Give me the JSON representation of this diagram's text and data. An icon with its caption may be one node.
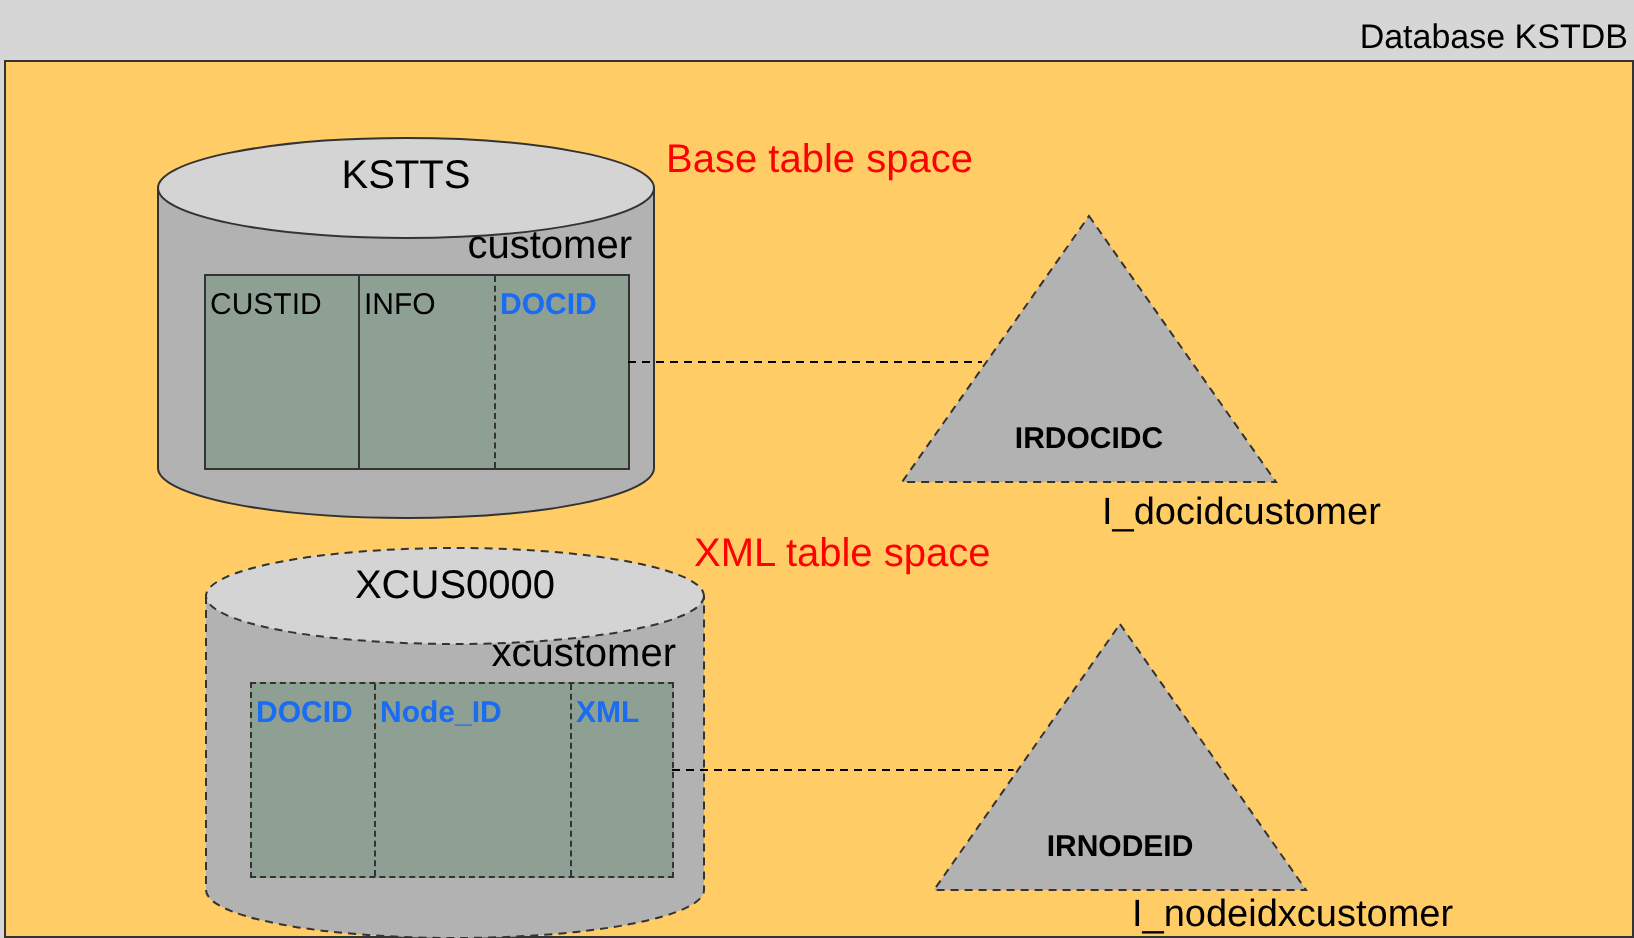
{
  "diagram": {
    "nodes": [
      {
        "text": [
          "Database KSTDB"
        ]
      },
      {
        "text": [
          "KSTTS"
        ],
        "beside": [
          "Base table space"
        ],
        "in": 0
      },
      {
        "text": [
          "customer"
        ],
        "in": 1
      },
      {
        "text": [
          "CUSTID"
        ],
        "in": 2
      },
      {
        "text": [
          "INFO"
        ],
        "in": 2
      },
      {
        "text": [
          "DOCID"
        ],
        "in": 2
      },
      {
        "text": [
          "IRDOCIDC"
        ],
        "beside": [
          "I_docidcustomer"
        ],
        "in": 0
      },
      {
        "text": [
          "XCUS0000"
        ],
        "beside": [
          "XML table space"
        ],
        "in": 0
      },
      {
        "text": [
          "xcustomer"
        ],
        "in": 7
      },
      {
        "text": [
          "DOCID"
        ],
        "in": 8
      },
      {
        "text": [
          "Node_ID"
        ],
        "in": 8
      },
      {
        "text": [
          "XML"
        ],
        "in": 8
      },
      {
        "text": [
          "IRNODEID"
        ],
        "beside": [
          "I_nodeidxcustomer"
        ],
        "in": 0
      }
    ],
    "edges": [
      {
        "from": 2,
        "to": 6,
        "arrow": "none",
        "style": "dashed"
      },
      {
        "from": 8,
        "to": 12,
        "arrow": "none",
        "style": "dashed"
      }
    ]
  }
}
